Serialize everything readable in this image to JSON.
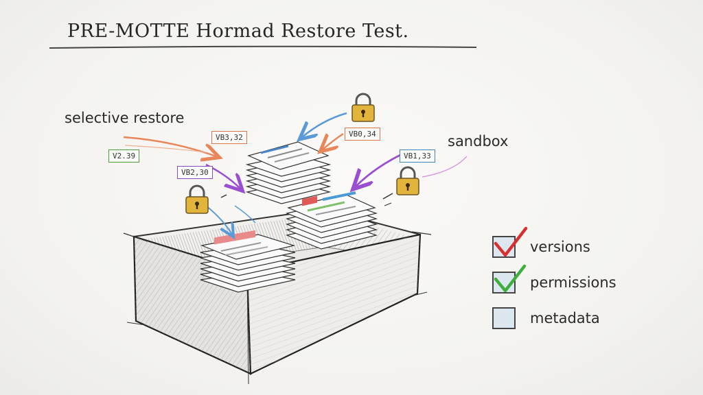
{
  "title": "PRE-MOTTE Hormad Restore Test.",
  "annotations": {
    "selective_restore": "selective restore",
    "sandbox": "sandbox"
  },
  "version_tags": [
    {
      "text": "V2.39",
      "color": "#4f9a3f"
    },
    {
      "text": "VB3,32",
      "color": "#d9774a"
    },
    {
      "text": "VB0,34",
      "color": "#d9774a"
    },
    {
      "text": "VB2,30",
      "color": "#8a4bbf"
    },
    {
      "text": "VB1,33",
      "color": "#3f86b8"
    }
  ],
  "checklist": [
    {
      "label": "versions",
      "state": "checked",
      "mark_color": "#d83030"
    },
    {
      "label": "permissions",
      "state": "checked",
      "mark_color": "#3fae3f"
    },
    {
      "label": "metadata",
      "state": "unchecked",
      "mark_color": ""
    }
  ],
  "colors": {
    "ink": "#2b2b2b",
    "lock_gold": "#e2b43c",
    "arrow_orange": "#e8865a",
    "arrow_purple": "#9a4fd0",
    "arrow_blue": "#5a9ad6",
    "box_fill": "#dcdcdc"
  },
  "icons": [
    "lock-icon",
    "document-stack-icon",
    "checkbox-icon",
    "arrow-icon"
  ]
}
